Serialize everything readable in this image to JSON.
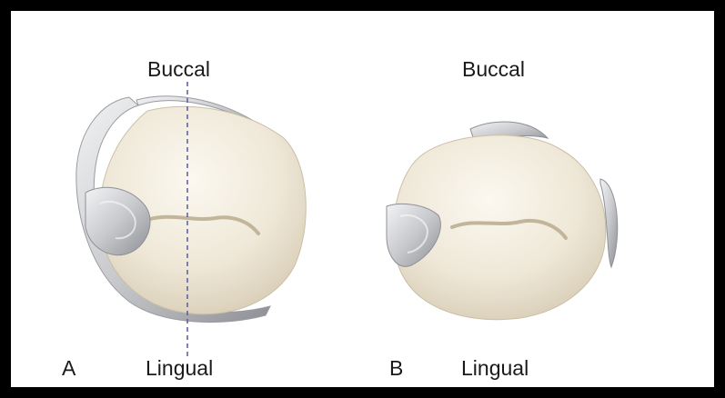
{
  "figure": {
    "panels": [
      {
        "letter": "A",
        "top_label": "Buccal",
        "bottom_label": "Lingual",
        "has_midline": true
      },
      {
        "letter": "B",
        "top_label": "Buccal",
        "bottom_label": "Lingual",
        "has_midline": false
      }
    ],
    "colors": {
      "tooth_fill": "#efe8d8",
      "tooth_shadow": "#d8cdb6",
      "metal": "#c8c9cc",
      "metal_dark": "#8e9096",
      "midline": "#5a5a9a",
      "frame": "#000000"
    }
  }
}
